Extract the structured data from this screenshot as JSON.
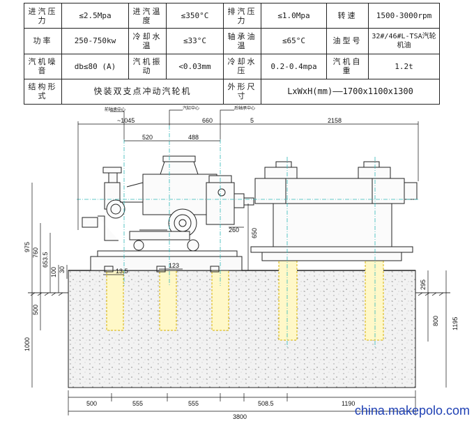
{
  "spec_table": {
    "rows": [
      [
        {
          "label": "进汽压力",
          "value": "≤2.5Mpa"
        },
        {
          "label": "进汽温度",
          "value": "≤350°C"
        },
        {
          "label": "排汽压力",
          "value": "≤1.0Mpa"
        },
        {
          "label": "转速",
          "value": "1500-3000rpm"
        }
      ],
      [
        {
          "label": "功率",
          "value": "250-750kw"
        },
        {
          "label": "冷却水温",
          "value": "≤33°C"
        },
        {
          "label": "轴承油温",
          "value": "≤65°C"
        },
        {
          "label": "油型号",
          "value": "32#/46#L-TSA汽轮机油"
        }
      ],
      [
        {
          "label": "汽机噪音",
          "value": "db≤80 (A)"
        },
        {
          "label": "汽机振动",
          "value": "<0.03mm"
        },
        {
          "label": "冷却水压",
          "value": "0.2-0.4mpa"
        },
        {
          "label": "汽机自重",
          "value": "1.2t"
        }
      ]
    ],
    "last_row": {
      "label": "结构形式",
      "value": "快装双支点冲动汽轮机",
      "size_label": "外形尺寸",
      "size_value": "LxWxH(mm)——1700x1100x1300"
    }
  },
  "drawing": {
    "callouts": {
      "front_bearing_center": "前轴承中心",
      "turbine_center": "汽缸中心",
      "rear_bearing_center": "后轴承中心"
    },
    "dimensions": {
      "top_1045": "~1045",
      "top_660": "660",
      "top_5": "5",
      "top_2158": "2158",
      "top_520": "520",
      "top_488": "488",
      "right_260": "260",
      "left_975": "975",
      "left_760": "760",
      "left_653_5": "653.5",
      "left_100": "100",
      "left_30": "30",
      "left_500": "500",
      "left_1000": "1000",
      "mid_13_5": "13.5",
      "mid_123": "123",
      "gen_650": "650",
      "right_295": "295",
      "right_800": "800",
      "right_1195": "1195",
      "bot_500": "500",
      "bot_555a": "555",
      "bot_555b": "555",
      "bot_508_5": "508.5",
      "bot_1190": "1190",
      "bot_3800": "3800"
    }
  },
  "watermark": "china.makepolo.com"
}
